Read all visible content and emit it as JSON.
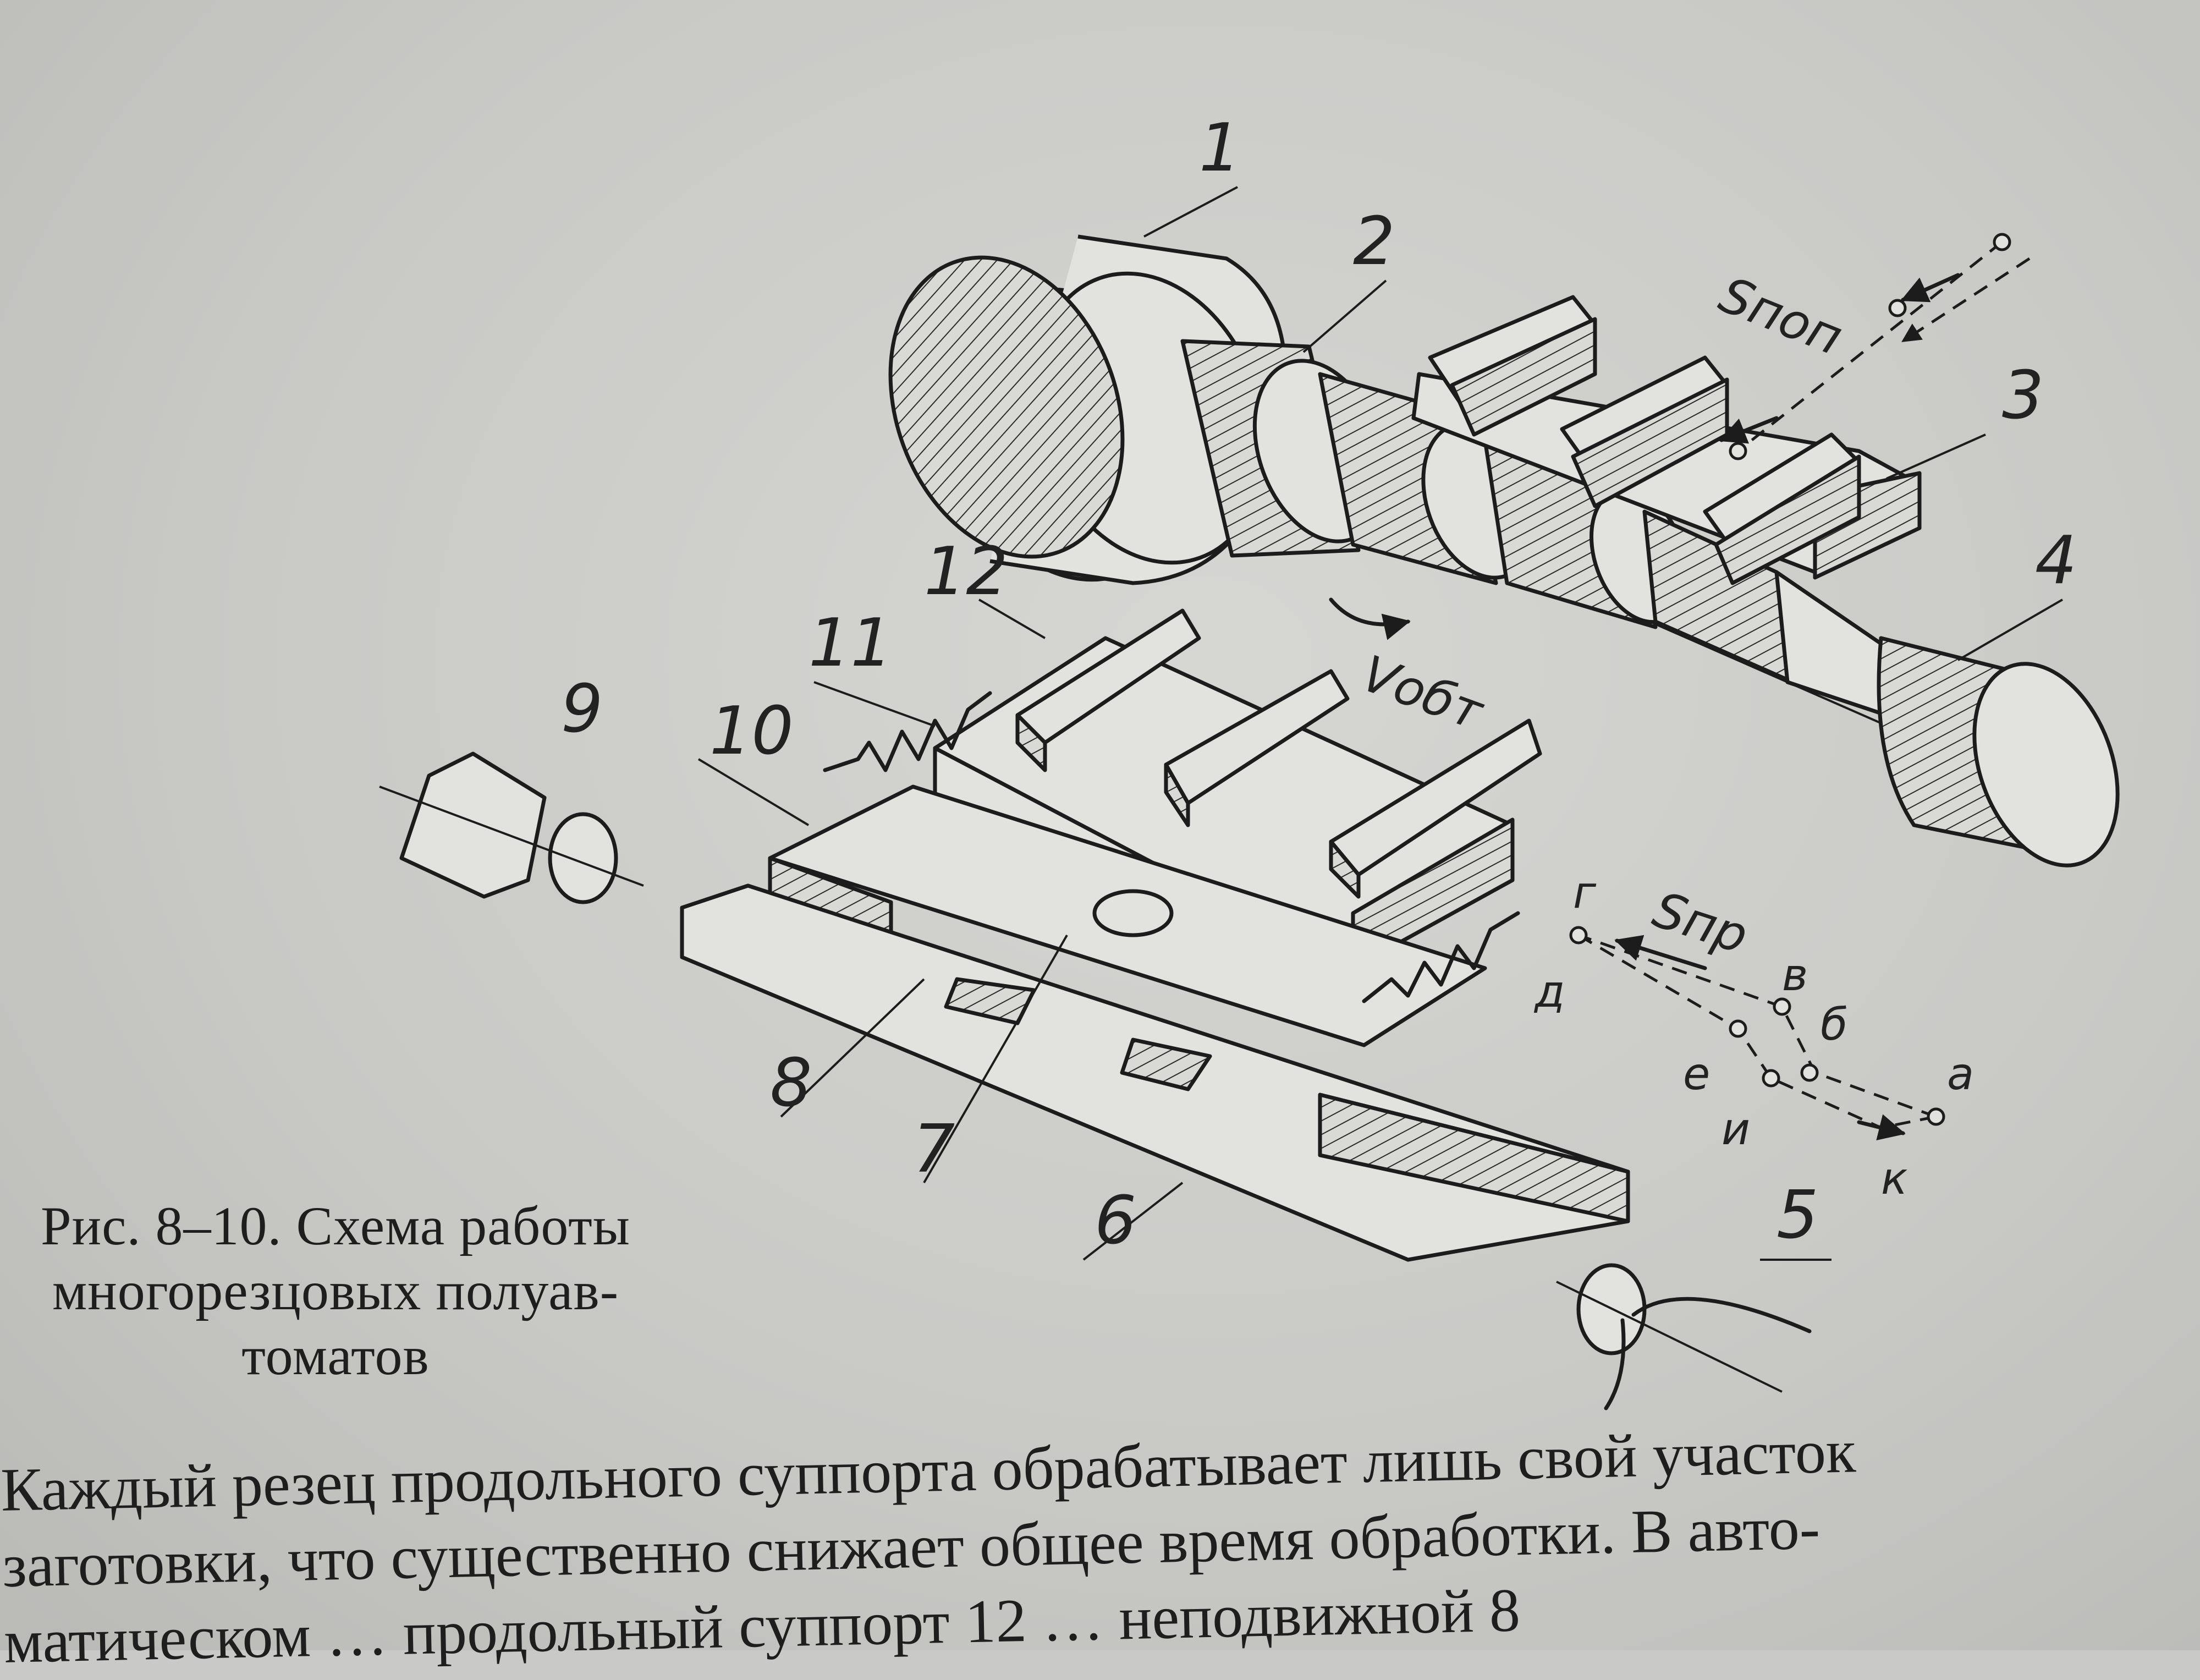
{
  "figure": {
    "part_labels": [
      "1",
      "2",
      "3",
      "4",
      "5",
      "6",
      "7",
      "8",
      "9",
      "10",
      "11",
      "12"
    ],
    "motion_labels": {
      "cross_feed": "Sпоп",
      "long_feed": "Sпр",
      "rotation": "Vобт"
    },
    "path_points": [
      "г",
      "д",
      "в",
      "б",
      "е",
      "и",
      "к",
      "а"
    ]
  },
  "caption": {
    "line1": "Рис. 8–10. Схема работы",
    "line2": "многорезцовых полуав-",
    "line3": "томатов"
  },
  "body": {
    "line1": "Каждый резец продольного суппорта обрабатывает лишь свой участок",
    "line2": "заготовки, что существенно снижает общее время обработки. В авто-",
    "line3": "матическом … продольный суппорт 12 … неподвижной 8"
  }
}
